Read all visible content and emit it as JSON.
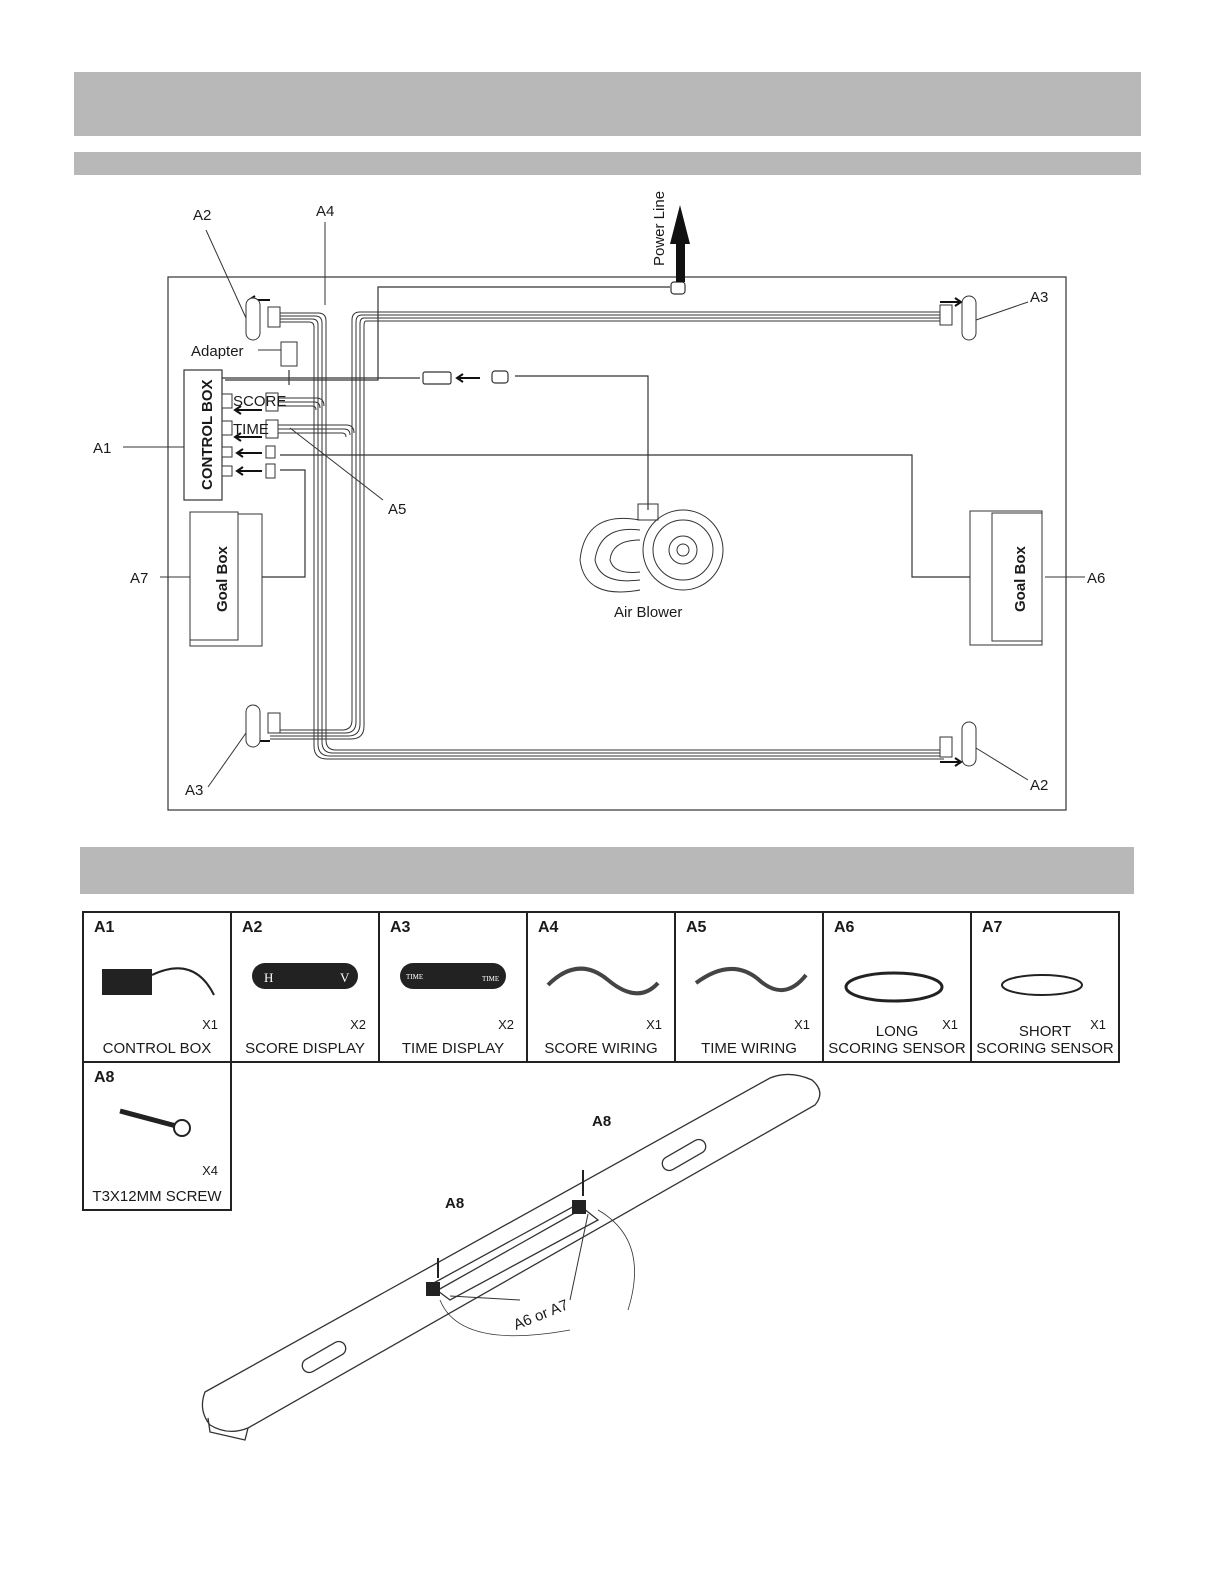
{
  "layout_labels": {
    "a2_top": "A2",
    "a4": "A4",
    "power_line": "Power Line",
    "a3_right": "A3",
    "adapter": "Adapter",
    "control_box": "CONTROL BOX",
    "score": "SCORE",
    "time": "TIME",
    "a1": "A1",
    "a5": "A5",
    "goal_box_left": "Goal Box",
    "goal_box_right": "Goal Box",
    "a7": "A7",
    "a6": "A6",
    "air_blower": "Air Blower",
    "a3_bottom": "A3",
    "a2_bottom": "A2"
  },
  "parts": [
    {
      "id": "A1",
      "qty": "X1",
      "name": "CONTROL BOX",
      "icon": "control-box-icon"
    },
    {
      "id": "A2",
      "qty": "X2",
      "name": "SCORE DISPLAY",
      "icon": "score-display-icon"
    },
    {
      "id": "A3",
      "qty": "X2",
      "name": "TIME DISPLAY",
      "icon": "time-display-icon"
    },
    {
      "id": "A4",
      "qty": "X1",
      "name": "SCORE WIRING",
      "icon": "wiring-icon"
    },
    {
      "id": "A5",
      "qty": "X1",
      "name": "TIME WIRING",
      "icon": "wiring-icon"
    },
    {
      "id": "A6",
      "qty": "X1",
      "name": "LONG\nSCORING SENSOR",
      "icon": "sensor-cable-icon"
    },
    {
      "id": "A7",
      "qty": "X1",
      "name": "SHORT\nSCORING SENSOR",
      "icon": "sensor-cable-icon"
    }
  ],
  "a8": {
    "id": "A8",
    "qty": "X4",
    "name": "T3X12MM SCREW",
    "icon": "screw-icon"
  },
  "sensor_install": {
    "screw_label_1": "A8",
    "screw_label_2": "A8",
    "sensor_label": "A6 or A7"
  },
  "display_glyphs": {
    "h": "H",
    "v": "V",
    "time_left": "TIME",
    "time_right": "TIME"
  }
}
